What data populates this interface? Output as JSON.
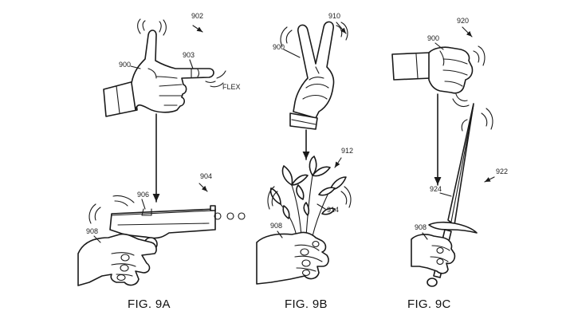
{
  "figures": [
    {
      "caption": "FIG. 9A",
      "refs": {
        "gesture": "902",
        "hand": "900",
        "finger": "903",
        "flex": "FLEX",
        "object": "904",
        "object_part": "906",
        "holding_hand": "908"
      }
    },
    {
      "caption": "FIG. 9B",
      "refs": {
        "gesture": "910",
        "hand": "900",
        "object": "912",
        "object_part": "914",
        "holding_hand": "908"
      }
    },
    {
      "caption": "FIG. 9C",
      "refs": {
        "gesture": "920",
        "hand": "900",
        "object": "922",
        "object_part": "924",
        "holding_hand": "908"
      }
    }
  ],
  "icons": [
    "pointing-hand-icon",
    "peace-sign-hand-icon",
    "fist-hand-icon",
    "handgun-icon",
    "flower-bouquet-icon",
    "sword-icon",
    "motion-lines-icon",
    "down-arrow-icon"
  ]
}
